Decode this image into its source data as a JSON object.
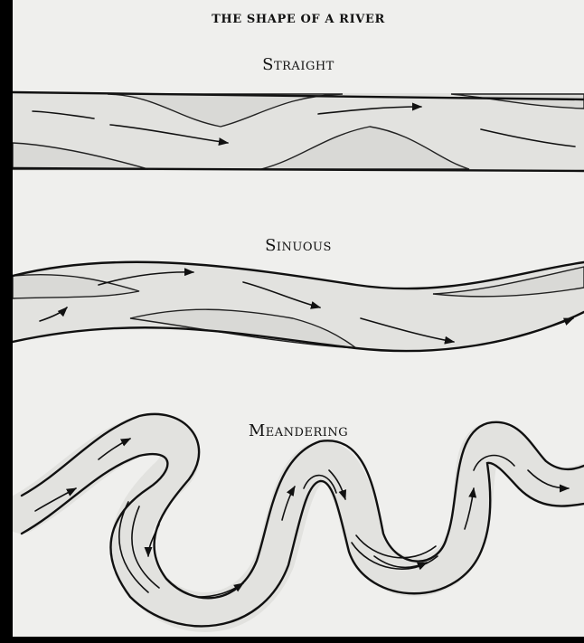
{
  "title": "THE SHAPE OF A RIVER",
  "sections": [
    {
      "label": "Straight"
    },
    {
      "label": "Sinuous"
    },
    {
      "label": "Meandering"
    }
  ],
  "colors": {
    "background": "#000000",
    "paper": "#efefed",
    "ink": "#111111",
    "sandbar": "#d9d9d6"
  }
}
